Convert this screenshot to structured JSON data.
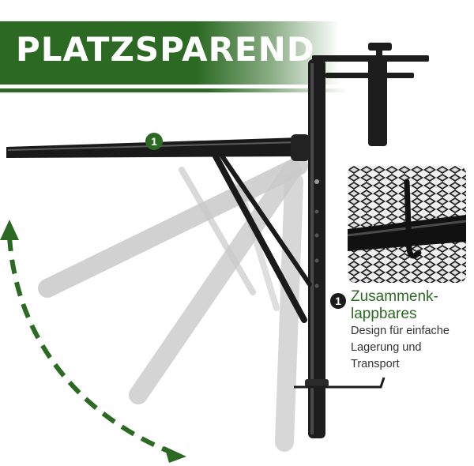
{
  "banner": {
    "title": "PLATZSPAREND"
  },
  "markers": {
    "arm": "1"
  },
  "callout": {
    "number": "1",
    "heading": "Zusammenk­lappbares",
    "heading_line1": "Zusammenk-",
    "heading_line2": "lappbares",
    "line1": "Design für einfache",
    "line2": "Lagerung und",
    "line3": "Transport"
  },
  "colors": {
    "brand_green": "#2c6a23",
    "metal": "#1b1b1b",
    "ghost_metal": "#c8c8c8"
  },
  "icons": {
    "fold_arrow": "dashed-curved-double-arrow-icon",
    "detail": "mesh-hook-detail"
  }
}
